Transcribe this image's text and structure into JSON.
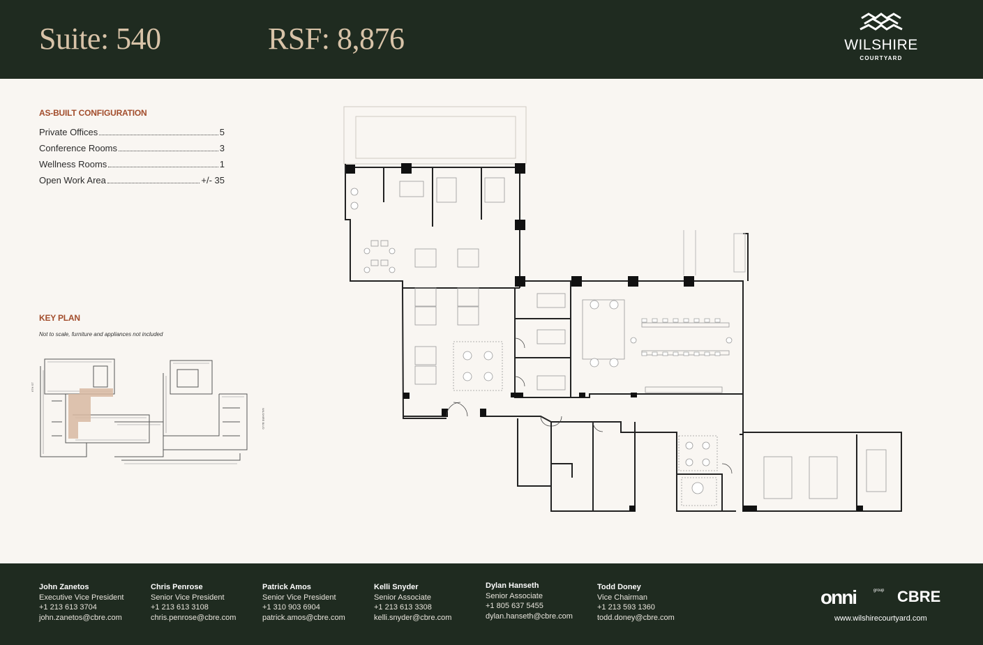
{
  "header": {
    "suite": "Suite: 540",
    "rsf": "RSF: 8,876",
    "logo_word": "WILSHIRE",
    "logo_sub": "COURTYARD"
  },
  "config": {
    "title": "AS-BUILT CONFIGURATION",
    "items": [
      {
        "label": "Private Offices",
        "value": "5"
      },
      {
        "label": "Conference Rooms",
        "value": "3"
      },
      {
        "label": "Wellness Rooms",
        "value": "1"
      },
      {
        "label": "Open Work Area",
        "value": "+/- 35"
      }
    ]
  },
  "keyplan": {
    "title": "KEY PLAN",
    "note": "Not to scale, furniture and appliances not included"
  },
  "contacts": [
    {
      "name": "John Zanetos",
      "title": "Executive Vice President",
      "phone": "+1 213 613 3704",
      "email": "john.zanetos@cbre.com"
    },
    {
      "name": "Chris Penrose",
      "title": "Senior Vice President",
      "phone": "+1 213 613 3108",
      "email": "chris.penrose@cbre.com"
    },
    {
      "name": "Patrick Amos",
      "title": "Senior Vice President",
      "phone": "+1 310 903 6904",
      "email": "patrick.amos@cbre.com"
    },
    {
      "name": "Kelli Snyder",
      "title": "Senior Associate",
      "phone": "+1 213 613 3308",
      "email": "kelli.snyder@cbre.com"
    },
    {
      "name": "Dylan Hanseth",
      "title": "Senior Associate",
      "phone": "+1 805 637 5455",
      "email": "dylan.hanseth@cbre.com"
    },
    {
      "name": "Todd Doney",
      "title": "Vice Chairman",
      "phone": "+1 213 593 1360",
      "email": "todd.doney@cbre.com"
    }
  ],
  "footer": {
    "omni": "onni",
    "omni_sub": "group",
    "cbre": "CBRE",
    "website": "www.wilshirecourtyard.com"
  },
  "colors": {
    "header_bg": "#1f2b20",
    "accent": "#a24d2c",
    "title_text": "#d8c3a8",
    "page_bg": "#f9f6f2",
    "highlight": "#d9b9a3"
  }
}
